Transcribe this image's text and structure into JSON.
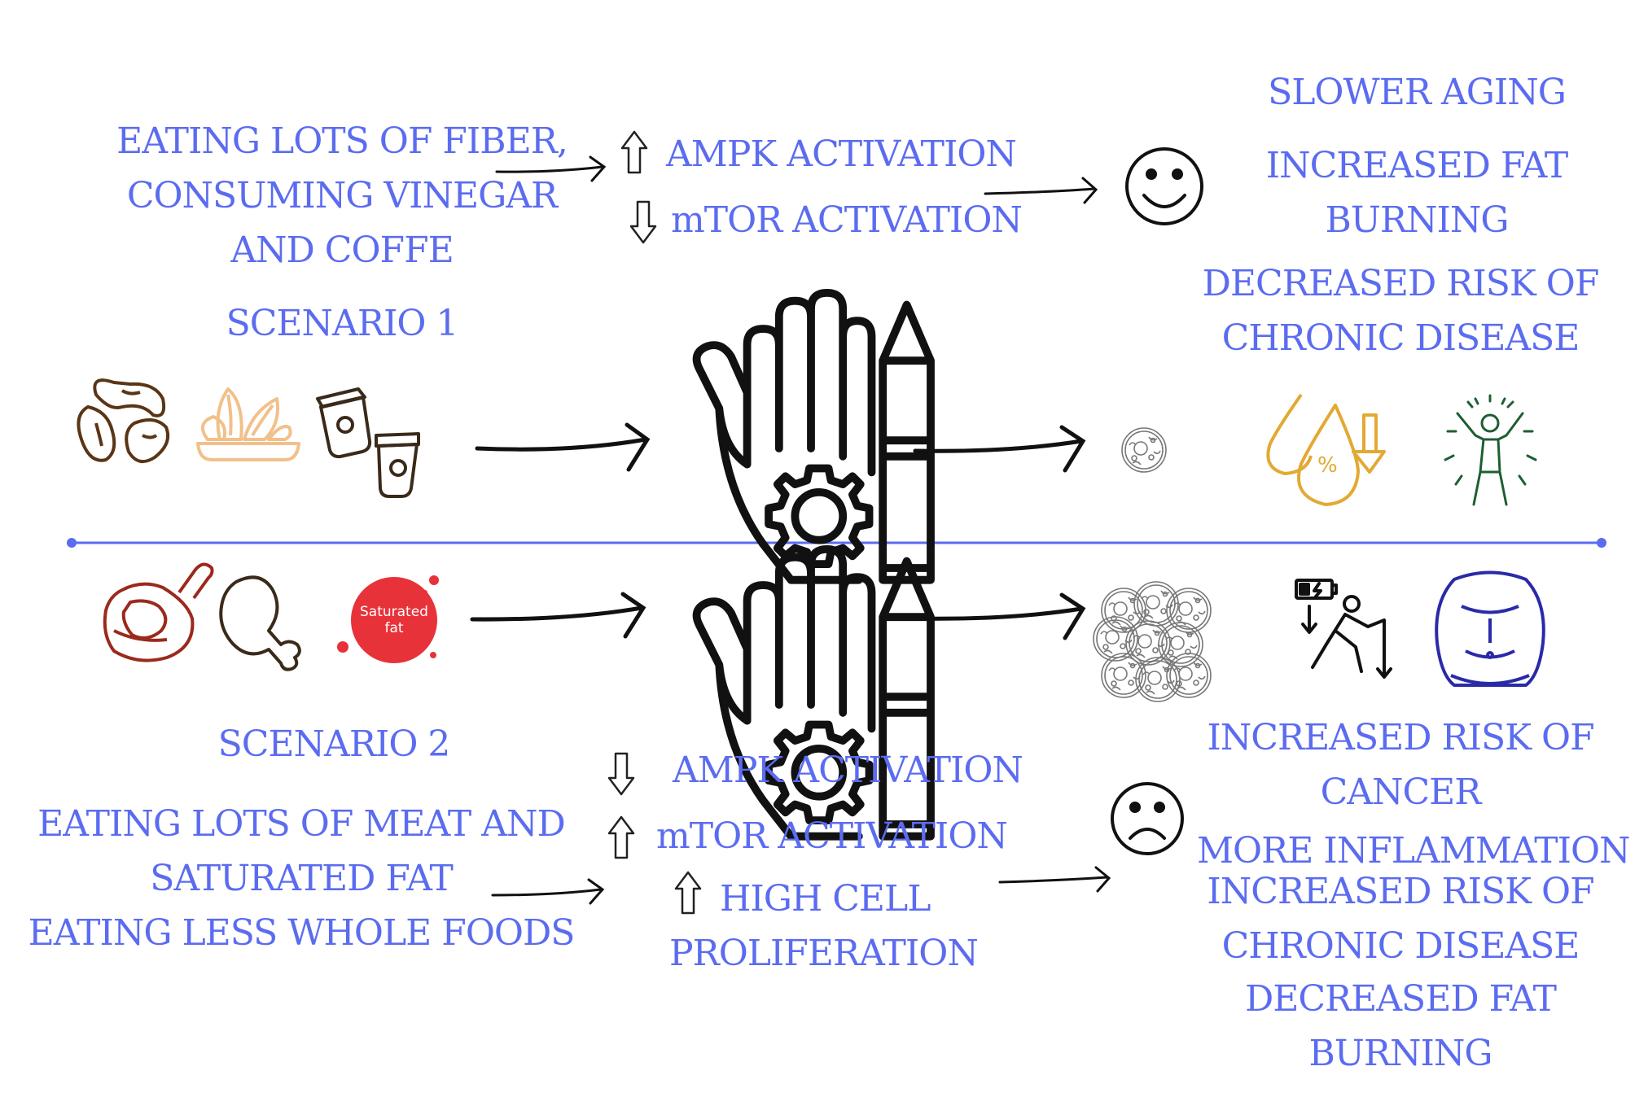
{
  "colors": {
    "text": "#5b6cf0",
    "divider": "#5b6cf0",
    "ink": "#111111",
    "meat": "#9b2a1c",
    "bean": "#5a3515",
    "nut": "#f2c08a",
    "fat_red": "#e8323a",
    "drop": "#e2a933",
    "energy": "#1e5e32",
    "body": "#2a2aa8"
  },
  "scenario1": {
    "label": "SCENARIO 1",
    "cause": [
      "EATING LOTS OF FIBER,",
      "CONSUMING VINEGAR",
      "AND COFFE"
    ],
    "effects": [
      {
        "direction": "up",
        "text": "AMPK ACTIVATION"
      },
      {
        "direction": "down",
        "text": "mTOR ACTIVATION"
      }
    ],
    "mood": "happy-face",
    "outcomes": [
      "SLOWER AGING",
      "INCREASED FAT",
      "BURNING",
      "DECREASED RISK OF",
      "CHRONIC DISEASE"
    ],
    "icons": [
      "beans-icon",
      "nuts-icon",
      "coffee-cups-icon",
      "hand-gear-pencil-icon",
      "single-cell-icon",
      "fat-drops-percent-icon",
      "energetic-person-icon"
    ]
  },
  "scenario2": {
    "label": "SCENARIO 2",
    "cause": [
      "EATING LOTS  OF MEAT AND",
      "SATURATED FAT",
      "EATING LESS WHOLE FOODS"
    ],
    "effects": [
      {
        "direction": "down",
        "text": "AMPK ACTIVATION"
      },
      {
        "direction": "up",
        "text": "mTOR ACTIVATION"
      },
      {
        "direction": "up",
        "text": "HIGH CELL"
      }
    ],
    "effect_continuation": "PROLIFERATION",
    "saturated_fat_badge": [
      "Saturated",
      "fat"
    ],
    "mood": "sad-face",
    "outcomes": [
      "INCREASED RISK OF",
      "CANCER",
      "MORE INFLAMMATION",
      "INCREASED RISK OF",
      "CHRONIC DISEASE",
      "DECREASED FAT",
      "BURNING"
    ],
    "icons": [
      "steak-icon",
      "chicken-leg-icon",
      "saturated-fat-icon",
      "hand-gear-pencil-icon",
      "cell-cluster-icon",
      "tired-person-icon",
      "belly-icon"
    ]
  }
}
